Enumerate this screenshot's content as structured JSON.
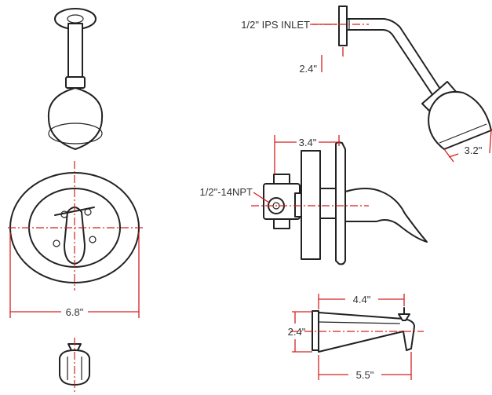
{
  "colors": {
    "outline": "#222222",
    "dimension": "#d62020",
    "text": "#333333",
    "background": "#ffffff"
  },
  "labels": {
    "inlet_ips": "1/2\" IPS INLET",
    "arm_offset": "2.4\"",
    "showerhead_diameter": "3.2\"",
    "valve_depth": "3.4\"",
    "valve_thread": "1/2\"-14NPT",
    "escutcheon_diameter": "6.8\"",
    "spout_reach_top": "4.4\"",
    "spout_height": "2.4\"",
    "spout_length": "5.5\""
  }
}
